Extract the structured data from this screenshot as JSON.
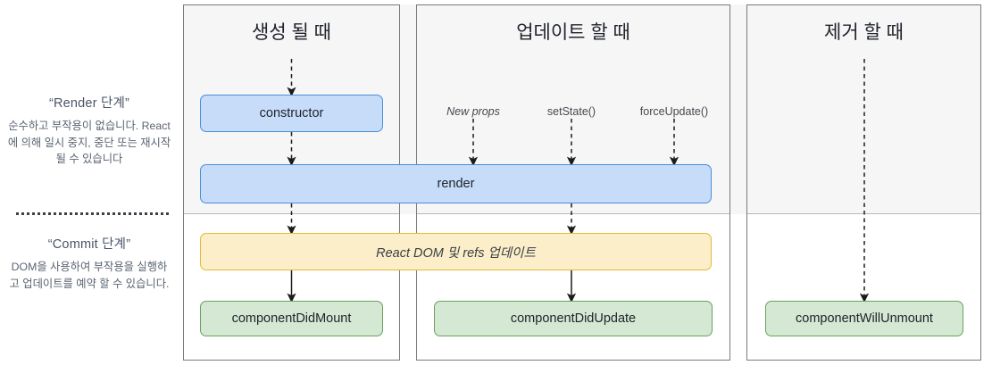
{
  "legend": {
    "render_phase": {
      "title": "“Render 단계”",
      "description": "순수하고 부작용이 없습니다. React에 의해 일시 중지, 중단 또는 재시작 될 수 있습니다"
    },
    "commit_phase": {
      "title": "“Commit 단계”",
      "description": "DOM을 사용하여 부작용을 실행하고 업데이트를 예약 할 수 있습니다."
    }
  },
  "columns": {
    "mounting": {
      "title": "생성 될 때"
    },
    "updating": {
      "title": "업데이트 할 때"
    },
    "unmounting": {
      "title": "제거 할 때"
    }
  },
  "triggers": [
    {
      "label": "New props",
      "italic": true
    },
    {
      "label": "setState()",
      "italic": false
    },
    {
      "label": "forceUpdate()",
      "italic": false
    }
  ],
  "nodes": {
    "constructor": "constructor",
    "render": "render",
    "react_dom_refs": "React DOM 및 refs 업데이트",
    "component_did_mount": "componentDidMount",
    "component_did_update": "componentDidUpdate",
    "component_will_unmount": "componentWillUnmount"
  },
  "colors": {
    "blue_fill": "#c6dcf8",
    "blue_border": "#4a8fdb",
    "green_fill": "#d5e8d4",
    "green_border": "#69a15c",
    "yellow_fill": "#fbeec8",
    "yellow_border": "#e5b93c",
    "render_band": "#f6f6f6",
    "commit_band": "#ffffff",
    "frame_border": "#7a7a7a",
    "arrow": "#1b1b1b"
  }
}
